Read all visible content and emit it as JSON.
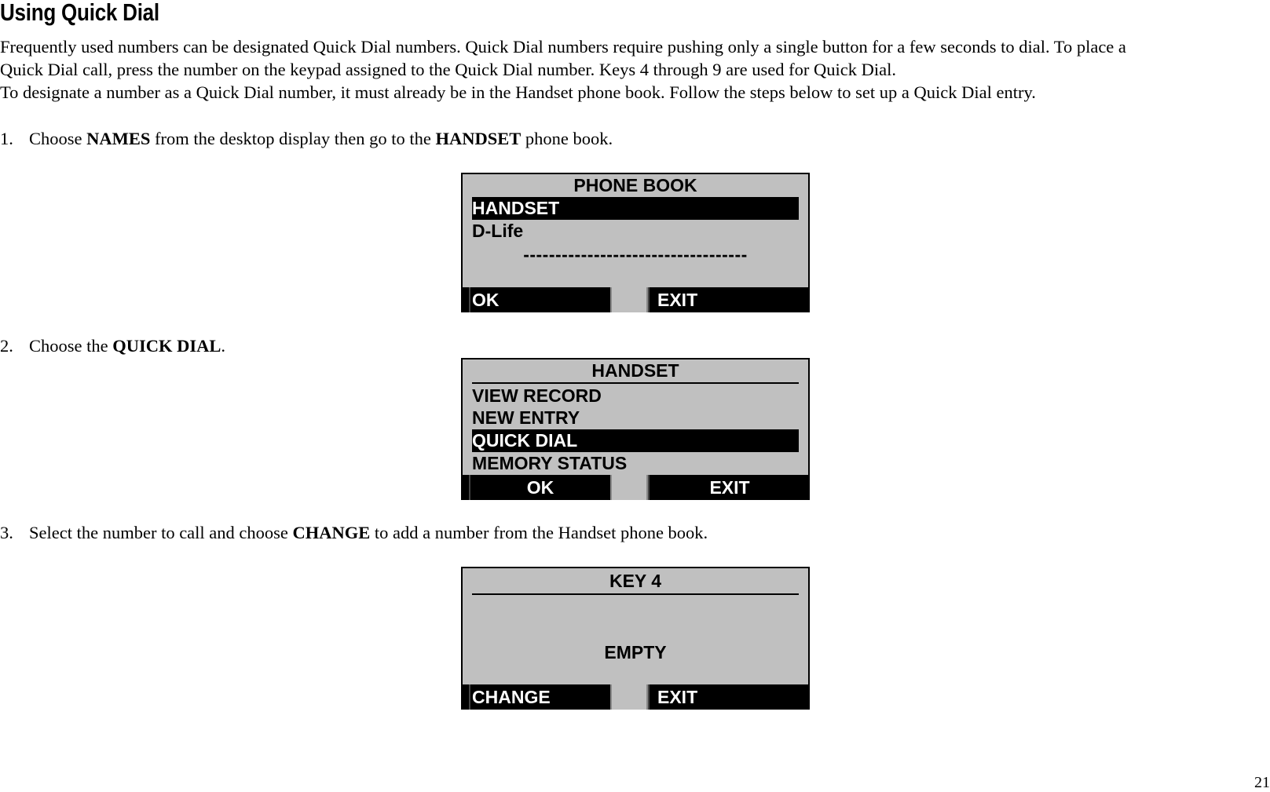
{
  "title": "Using Quick Dial",
  "intro": {
    "line1": "Frequently used numbers can be designated Quick Dial numbers. Quick Dial numbers require pushing only a single button for a few seconds to dial. To place a",
    "line2": "Quick Dial call, press the number on the keypad assigned to the Quick Dial number. Keys 4 through 9 are used for Quick Dial.",
    "line3": "To designate a number as a Quick Dial number, it must already be in the Handset phone book. Follow the steps below to set up a Quick Dial entry."
  },
  "steps": [
    {
      "num": "1.",
      "pre": "Choose ",
      "b1": "NAMES",
      "mid": " from the desktop display then go to the ",
      "b2": "HANDSET",
      "post": " phone book."
    },
    {
      "num": "2.",
      "pre": "Choose the ",
      "b1": "QUICK DIAL",
      "post": "."
    },
    {
      "num": "3.",
      "pre": "Select the number to call and choose ",
      "b1": "CHANGE",
      "post": " to add a number from the Handset phone book."
    }
  ],
  "screen1": {
    "title": "PHONE BOOK",
    "items": [
      "HANDSET",
      "D-Life"
    ],
    "selected": "HANDSET",
    "separator": "-----------------------------------",
    "left_soft": "OK",
    "right_soft": "EXIT"
  },
  "screen2": {
    "title": "HANDSET",
    "items": [
      "VIEW RECORD",
      "NEW ENTRY",
      "QUICK DIAL",
      "MEMORY STATUS"
    ],
    "selected": "QUICK DIAL",
    "left_soft": "OK",
    "right_soft": "EXIT"
  },
  "screen3": {
    "title": "KEY 4",
    "body": "EMPTY",
    "left_soft": "CHANGE",
    "right_soft": "EXIT"
  },
  "page_number": "21"
}
